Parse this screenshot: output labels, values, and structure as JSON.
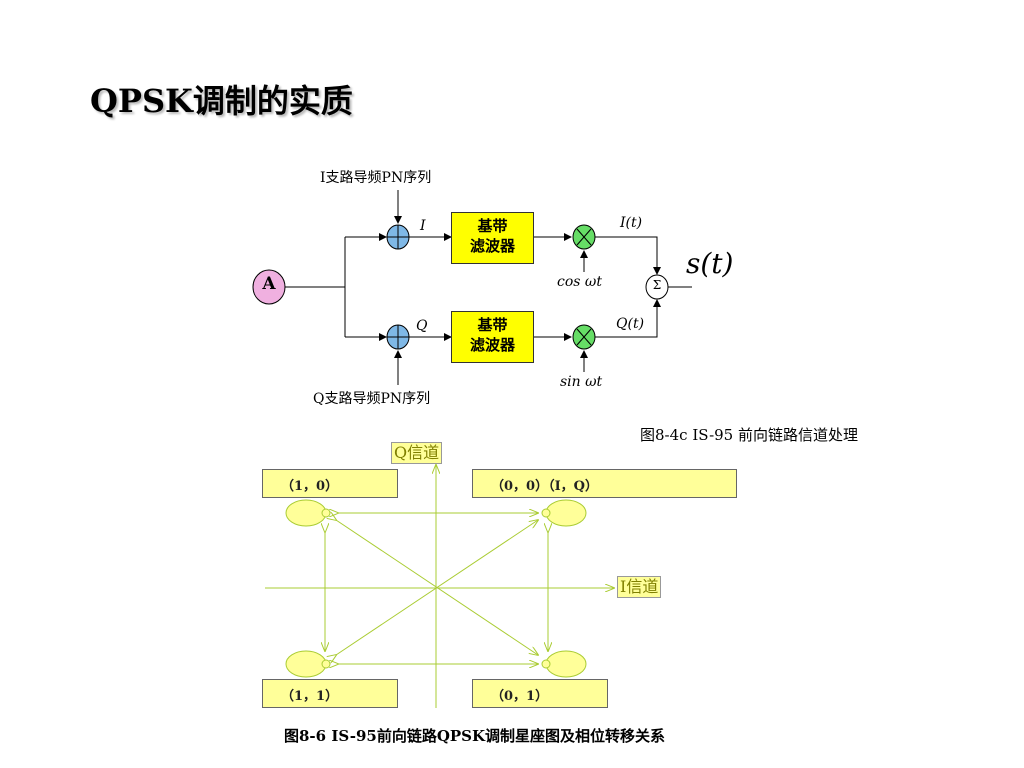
{
  "slide": {
    "title": "QPSK调制的实质"
  },
  "block_diagram": {
    "source": "A",
    "i_pn_label": "I支路导频PN序列",
    "q_pn_label": "Q支路导频PN序列",
    "i_branch": "I",
    "q_branch": "Q",
    "filter_top_line1": "基带",
    "filter_top_line2": "滤波器",
    "filter_bottom_line1": "基带",
    "filter_bottom_line2": "滤波器",
    "cos_label": "cos ωt",
    "sin_label": "sin ωt",
    "i_t_label": "I(t)",
    "q_t_label": "Q(t)",
    "sum_symbol": "Σ",
    "output_label": "s(t)",
    "caption": "图8-4c  IS-95  前向链路信道处理"
  },
  "constellation": {
    "q_axis_label": "Q信道",
    "i_axis_label": "I信道",
    "points": {
      "top_left": "（1，0）",
      "top_right": "（0，0）（I，Q）",
      "bottom_left": "（1，1）",
      "bottom_right": "（0，1）"
    },
    "caption": "图8-6  IS-95前向链路QPSK调制星座图及相位转移关系"
  },
  "colors": {
    "filter_fill": "#ffff00",
    "label_box_fill": "#ffff99",
    "constellation_line": "#aacc33",
    "xor_fill": "#7fb8e6",
    "mixer_fill": "#66dd66",
    "source_fill": "#f0b0e0"
  }
}
